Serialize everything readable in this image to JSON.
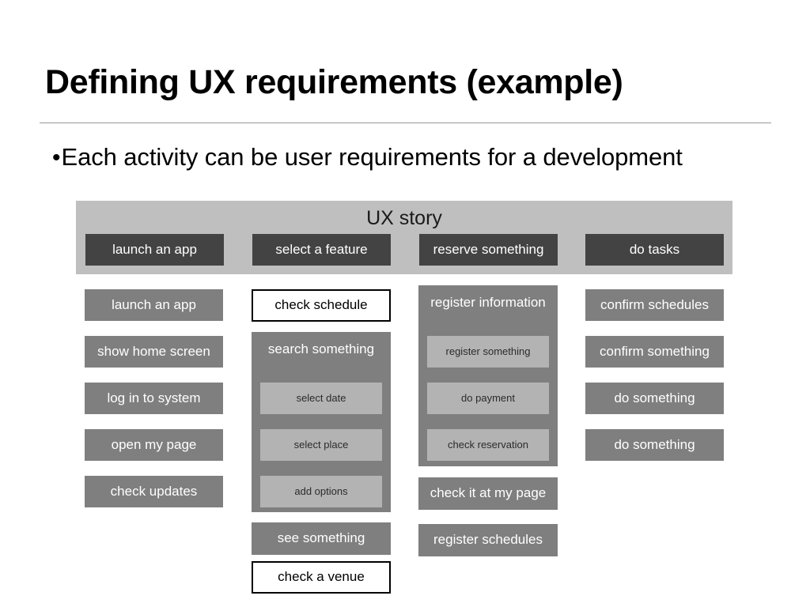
{
  "slide": {
    "title": "Defining UX requirements (example)",
    "bullet_marker": "•",
    "bullet_text": "Each activity can be user requirements for a development"
  },
  "story_map": {
    "band_title": "UX story",
    "backbone": [
      {
        "label": "launch an app"
      },
      {
        "label": "select a feature"
      },
      {
        "label": "reserve something"
      },
      {
        "label": "do tasks"
      }
    ],
    "columns": [
      {
        "name": "launch-an-app",
        "cards": [
          {
            "label": "launch an app",
            "style": "mid"
          },
          {
            "label": "show home screen",
            "style": "mid"
          },
          {
            "label": "log in to system",
            "style": "mid"
          },
          {
            "label": "open my page",
            "style": "mid"
          },
          {
            "label": "check updates",
            "style": "mid"
          }
        ]
      },
      {
        "name": "select-a-feature",
        "cards": [
          {
            "label": "check schedule",
            "style": "white"
          },
          {
            "label": "see something",
            "style": "mid"
          },
          {
            "label": "check a venue",
            "style": "white"
          }
        ],
        "group": {
          "label": "search something",
          "items": [
            {
              "label": "select date"
            },
            {
              "label": "select place"
            },
            {
              "label": "add options"
            }
          ]
        }
      },
      {
        "name": "reserve-something",
        "cards": [
          {
            "label": "check it at my page",
            "style": "mid"
          },
          {
            "label": "register schedules",
            "style": "mid"
          }
        ],
        "group": {
          "label": "register information",
          "items": [
            {
              "label": "register something"
            },
            {
              "label": "do payment"
            },
            {
              "label": "check reservation"
            }
          ]
        }
      },
      {
        "name": "do-tasks",
        "cards": [
          {
            "label": "confirm schedules",
            "style": "mid"
          },
          {
            "label": "confirm something",
            "style": "mid"
          },
          {
            "label": "do something",
            "style": "mid"
          },
          {
            "label": "do something",
            "style": "mid"
          }
        ]
      }
    ]
  },
  "colors": {
    "band": "#bfbfbf",
    "dark_card": "#434343",
    "mid_card": "#7f7f7f",
    "light_card": "#b3b3b3",
    "white_card": "#ffffff",
    "rule": "#9a9a9a"
  }
}
